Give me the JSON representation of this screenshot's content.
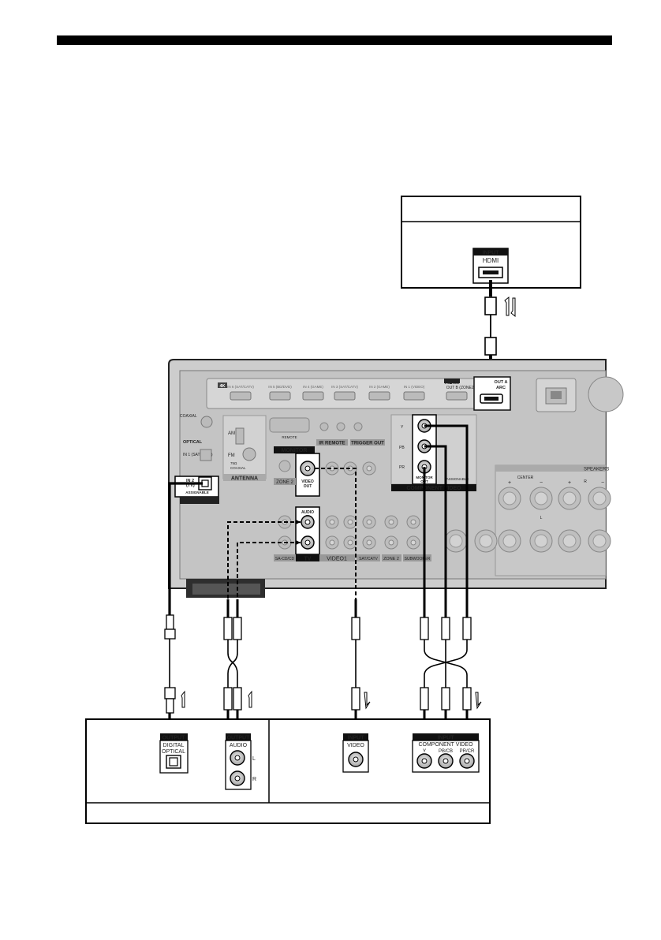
{
  "tv": {
    "hdmi_header": "INPUT",
    "hdmi_label": "HDMI"
  },
  "receiver": {
    "hdmi_section": "HDMI",
    "hdmi_inputs": [
      "IN 6 (SAT/CATV)",
      "IN 5 (BD/DVD)",
      "IN 4 (GAME)",
      "IN 3 (SAT/CATV)",
      "IN 2 (GAME)",
      "IN 1 (VIDEO)"
    ],
    "hdmi_4k_badge": "4K",
    "hdmi_out_b": "OUT B (ZONE2)",
    "hdmi_out_a_line1": "OUT A",
    "hdmi_out_a_line2": "ARC",
    "coaxial_label": "COAXIAL",
    "optical_label": "OPTICAL",
    "optical_in1": "IN 1 (SAT/CATV)",
    "optical_in2_line1": "IN 2",
    "optical_in2_line2": "(TV)",
    "assignable": "ASSIGNABLE",
    "digital": "DIGITAL",
    "antenna": "ANTENNA",
    "am": "AM",
    "fm": "FM",
    "fm_ohm": "75Ω",
    "coaxial_small": "COAXIAL",
    "remote": "REMOTE",
    "ir_remote": "IR REMOTE",
    "trigger_out": "TRIGGER OUT",
    "monitor": "MONITOR",
    "video_out_line1": "VIDEO",
    "video_out_line2": "OUT",
    "zone2": "ZONE 2",
    "component_video": "COMPONENT VIDEO",
    "monitor_out_line1": "MONITOR",
    "monitor_out_line2": "OUT",
    "comp_y": "Y",
    "comp_pb": "PB",
    "comp_pr": "PR",
    "assignable_small": "ASSIGNABLE",
    "audio_in_line1": "AUDIO",
    "audio_in_line2": "IN",
    "tv_label": "TV",
    "sa_cd": "SA-CD/CD",
    "video1": "VIDEO1",
    "sat_catv": "SAT/CATV",
    "zone2_bottom": "ZONE 2",
    "subwoofer": "SUBWOOFER",
    "speakers": "SPEAKERS",
    "center": "CENTER",
    "plus": "+",
    "minus": "−",
    "speaker_r": "R",
    "speaker_l": "L"
  },
  "device": {
    "optical_header": "OUTPUT",
    "optical_line1": "DIGITAL",
    "optical_line2": "OPTICAL",
    "audio_header": "OUTPUT",
    "audio_label": "AUDIO",
    "audio_l": "L",
    "audio_r": "R",
    "video_header": "INPUT",
    "video_label": "VIDEO",
    "comp_header": "INPUT",
    "comp_line1": "COMPONENT VIDEO",
    "comp_y": "Y",
    "comp_pb": "PB/CB",
    "comp_pr": "PR/CR"
  },
  "colors": {
    "panel": "#c9c9c9",
    "label_bar": "#111111",
    "cable": "#111111"
  }
}
